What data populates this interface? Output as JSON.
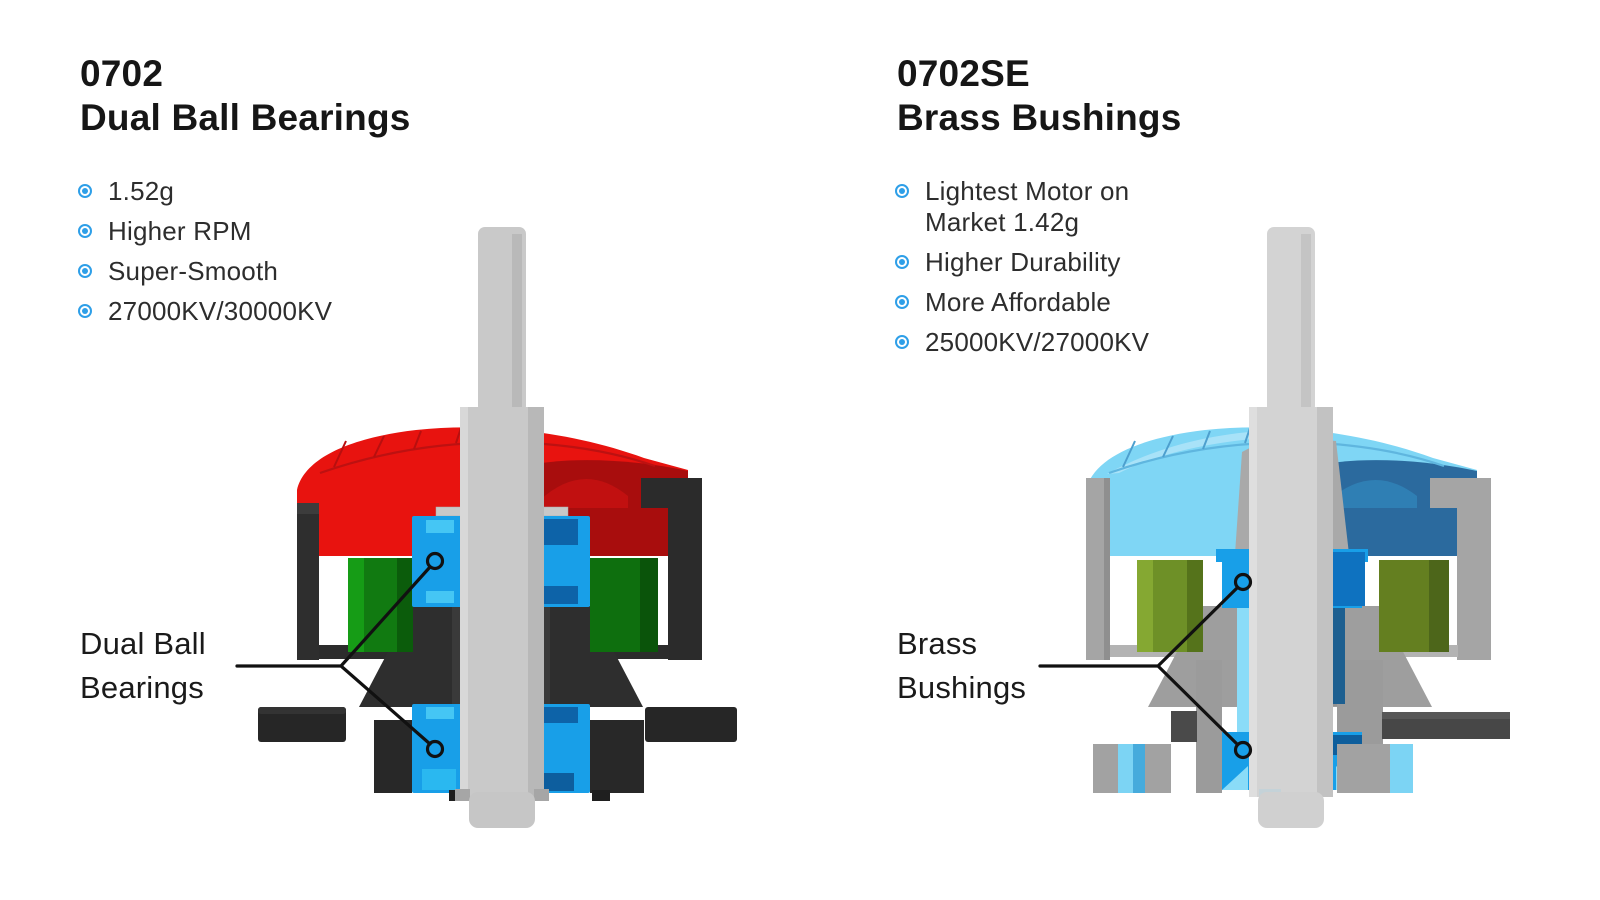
{
  "colors": {
    "background": "#FFFFFF",
    "bullet_blue": "#2E9FE8",
    "title_text": "#161616",
    "feature_text": "#2D2D2D",
    "callout_text": "#1A1A1A",
    "callout_line": "#111111",
    "rotor_red": "#E8130F",
    "rotor_red_dark": "#A80D0D",
    "rotor_cyan": "#7FD6F5",
    "rotor_cyan_dark": "#2B6A9E",
    "case_black": "#2E2E2E",
    "case_gray": "#A5A5A5",
    "magnet_green": "#117A11",
    "magnet_olive": "#6E9027",
    "bearing_blue": "#189FE8",
    "bearing_cyan": "#45C6F4",
    "bearing_navy": "#0D63A8",
    "shaft_gray": "#C9C9C9",
    "shaft_gray_light": "#D3D3D3"
  },
  "left_panel": {
    "title_line1": "0702",
    "title_line2": "Dual Ball Bearings",
    "features": [
      {
        "line1": "1.52g"
      },
      {
        "line1": "Higher RPM"
      },
      {
        "line1": "Super-Smooth"
      },
      {
        "line1": "27000KV/30000KV"
      }
    ],
    "callout": {
      "line1": "Dual Ball",
      "line2": "Bearings"
    }
  },
  "right_panel": {
    "title_line1": "0702SE",
    "title_line2": "Brass Bushings",
    "features": [
      {
        "line1": "Lightest Motor on",
        "line2": "Market 1.42g"
      },
      {
        "line1": "Higher Durability"
      },
      {
        "line1": "More Affordable"
      },
      {
        "line1": "25000KV/27000KV"
      }
    ],
    "callout": {
      "line1": "Brass",
      "line2": "Bushings"
    }
  }
}
